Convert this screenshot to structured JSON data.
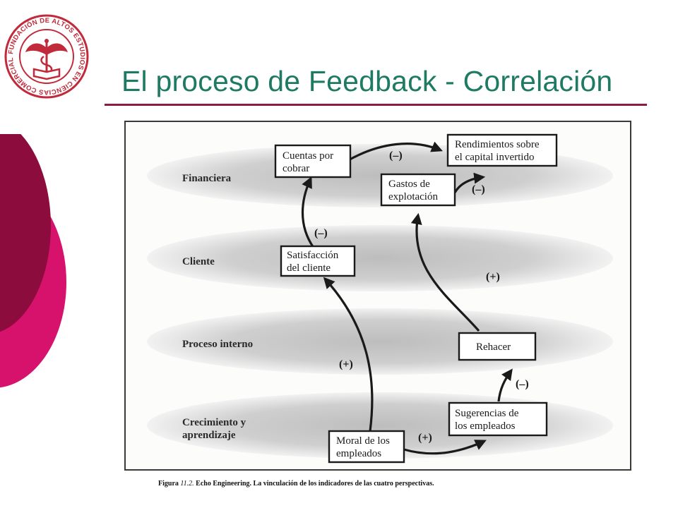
{
  "slide": {
    "title": "El proceso de Feedback - Correlación",
    "colors": {
      "title": "#1e7a63",
      "rule": "#8c1c44",
      "deco_dark": "#8b0c3d",
      "deco_bright": "#d6126c"
    }
  },
  "logo": {
    "icon": "institution-seal-icon",
    "text": "FUNDACIÓN DE ALTOS ESTUDIOS EN CIENCIAS COMERCIALES"
  },
  "diagram": {
    "perspectives": [
      {
        "id": "fin",
        "label": "Financiera"
      },
      {
        "id": "cli",
        "label": "Cliente"
      },
      {
        "id": "pro",
        "label": "Proceso interno"
      },
      {
        "id": "cre",
        "label_line1": "Crecimiento y",
        "label_line2": "aprendizaje"
      }
    ],
    "boxes": {
      "cuentas": {
        "line1": "Cuentas por",
        "line2": "cobrar"
      },
      "rendimientos": {
        "line1": "Rendimientos sobre",
        "line2": "el capital invertido"
      },
      "gastos": {
        "line1": "Gastos de",
        "line2": "explotación"
      },
      "satisfaccion": {
        "line1": "Satisfacción",
        "line2": "del cliente"
      },
      "rehacer": {
        "line1": "Rehacer"
      },
      "sugerencias": {
        "line1": "Sugerencias de",
        "line2": "los empleados"
      },
      "moral": {
        "line1": "Moral de los",
        "line2": "empleados"
      }
    },
    "signs": {
      "cuentas_to_rendimientos": "(–)",
      "gastos_to_rendimientos": "(–)",
      "satisfaccion_to_cuentas": "(–)",
      "rehacer_to_gastos": "(+)",
      "moral_to_satisfaccion": "(+)",
      "sugerencias_to_rehacer": "(–)",
      "moral_to_sugerencias": "(+)"
    }
  },
  "caption": {
    "prefix": "Figura",
    "number": "11.2.",
    "text": "Echo Engineering. La vinculación de los indicadores de las cuatro perspectivas."
  }
}
